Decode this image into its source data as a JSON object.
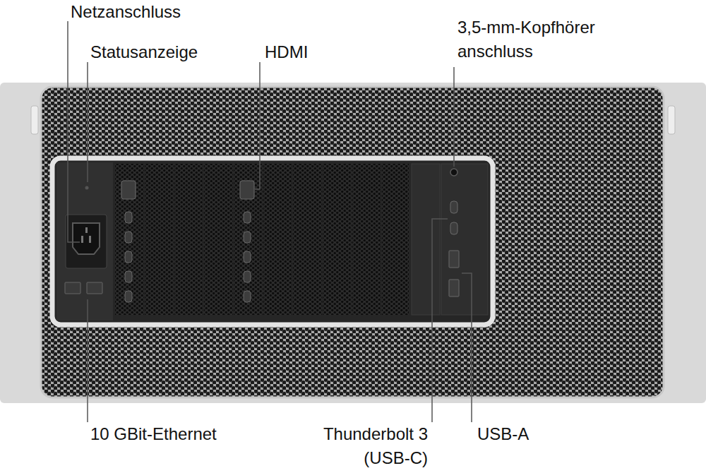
{
  "diagram": {
    "labels": [
      "Netzanschluss",
      "Statusanzeige",
      "HDMI",
      "3,5-mm-Kopfhörer anschluss",
      "10 GBit-Ethernet",
      "Thunderbolt 3 (USB-C)",
      "USB-A"
    ]
  }
}
